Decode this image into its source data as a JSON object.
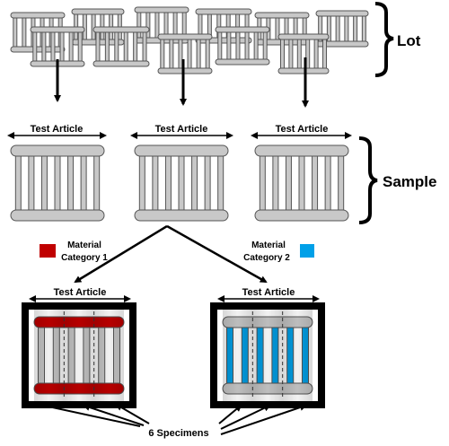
{
  "labels": {
    "lot": "Lot",
    "sample": "Sample",
    "test_article": "Test Article",
    "material_category_1_line1": "Material",
    "material_category_1_line2": "Category 1",
    "material_category_2_line1": "Material",
    "material_category_2_line2": "Category 2",
    "specimens": "6 Specimens"
  },
  "colors": {
    "category_1": "#c00000",
    "category_2": "#00a0e8",
    "rack_fill": "#c8c8c8",
    "rack_stroke": "#555555"
  },
  "icons": {
    "lot": "rack-stack-icon",
    "sample": "rack-icon",
    "brace": "curly-brace-icon"
  }
}
